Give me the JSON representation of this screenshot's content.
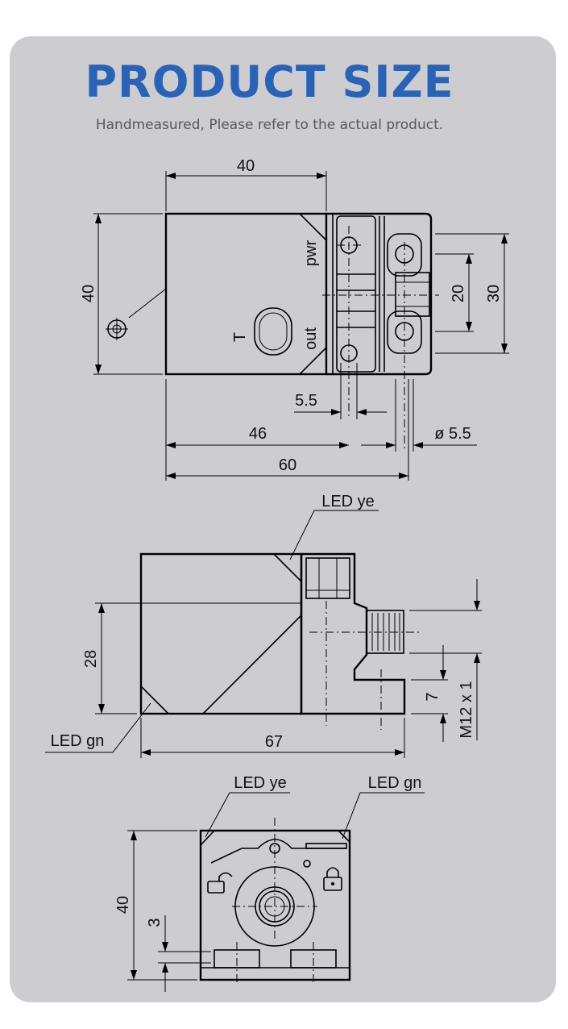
{
  "header": {
    "title": "PRODUCT SIZE",
    "subtitle": "Handmeasured, Please refer to the actual product."
  },
  "top_view": {
    "dim_width": "40",
    "dim_height": "40",
    "dim_20": "20",
    "dim_30": "30",
    "dim_5_5": "5.5",
    "dim_46": "46",
    "dim_60": "60",
    "dim_hole": "ø 5.5",
    "label_pwr": "pwr",
    "label_out": "out",
    "label_t": "T"
  },
  "side_view": {
    "led_ye": "LED ye",
    "led_gn": "LED gn",
    "dim_28": "28",
    "dim_67": "67",
    "dim_7": "7",
    "dim_thread": "M12 x 1"
  },
  "front_view": {
    "led_ye": "LED ye",
    "led_gn": "LED gn",
    "dim_40": "40",
    "dim_3": "3"
  },
  "colors": {
    "card_bg": "#cdccd0",
    "title": "#2a62b6",
    "subtitle": "#58575d"
  }
}
